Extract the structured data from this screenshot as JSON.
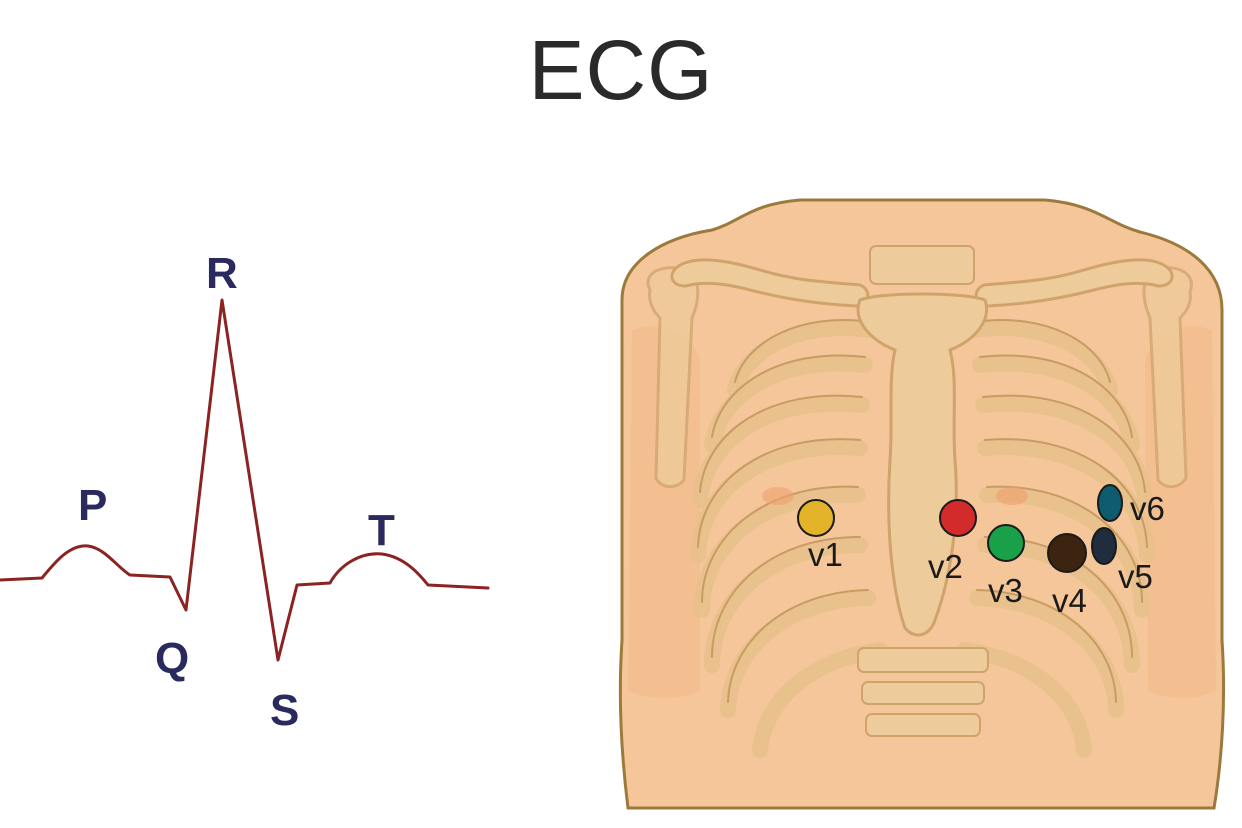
{
  "title": "ECG",
  "waveform": {
    "labels": {
      "p": "P",
      "q": "Q",
      "r": "R",
      "s": "S",
      "t": "T"
    },
    "line_color": "#8b2323",
    "label_color": "#2b2a5e"
  },
  "torso": {
    "skin_color": "#f5c69a",
    "outline_color": "#9c7a3c",
    "bone_color": "#eecb9a"
  },
  "electrodes": [
    {
      "label": "v1",
      "color": "#e3b32a"
    },
    {
      "label": "v2",
      "color": "#d32b2b"
    },
    {
      "label": "v3",
      "color": "#1aa049"
    },
    {
      "label": "v4",
      "color": "#3d2410"
    },
    {
      "label": "v5",
      "color": "#1f2d3f"
    },
    {
      "label": "v6",
      "color": "#0f5c6e"
    }
  ]
}
